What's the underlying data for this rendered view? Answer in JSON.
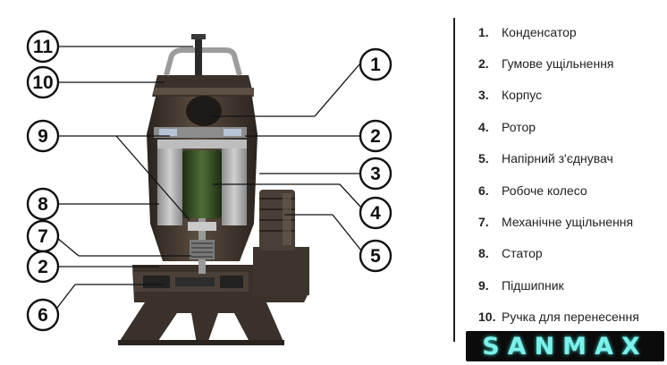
{
  "legend": [
    {
      "num": "1.",
      "text": "Конденсатор"
    },
    {
      "num": "2.",
      "text": "Гумове ущільнення"
    },
    {
      "num": "3.",
      "text": "Корпус"
    },
    {
      "num": "4.",
      "text": "Ротор"
    },
    {
      "num": "5.",
      "text": "Напірний з'єднувач"
    },
    {
      "num": "6.",
      "text": "Робоче колесо"
    },
    {
      "num": "7.",
      "text": "Механічне ущільнення"
    },
    {
      "num": "8.",
      "text": "Статор"
    },
    {
      "num": "9.",
      "text": "Підшипник"
    },
    {
      "num": "10.",
      "text": "Ручка для перенесення"
    }
  ],
  "callouts": {
    "c1": "1",
    "c2a": "2",
    "c3": "3",
    "c4": "4",
    "c5": "5",
    "c6": "6",
    "c7": "7",
    "c8": "8",
    "c9": "9",
    "c10": "10",
    "c11": "11",
    "c2b": "2"
  },
  "logo": "SANMAX",
  "colors": {
    "pump_body": "#3c332c",
    "pump_highlight": "#6b5d50",
    "stator": "#a9a9a9",
    "rotor": "#3e5a2a",
    "logo_text": "#7ff0ea"
  }
}
